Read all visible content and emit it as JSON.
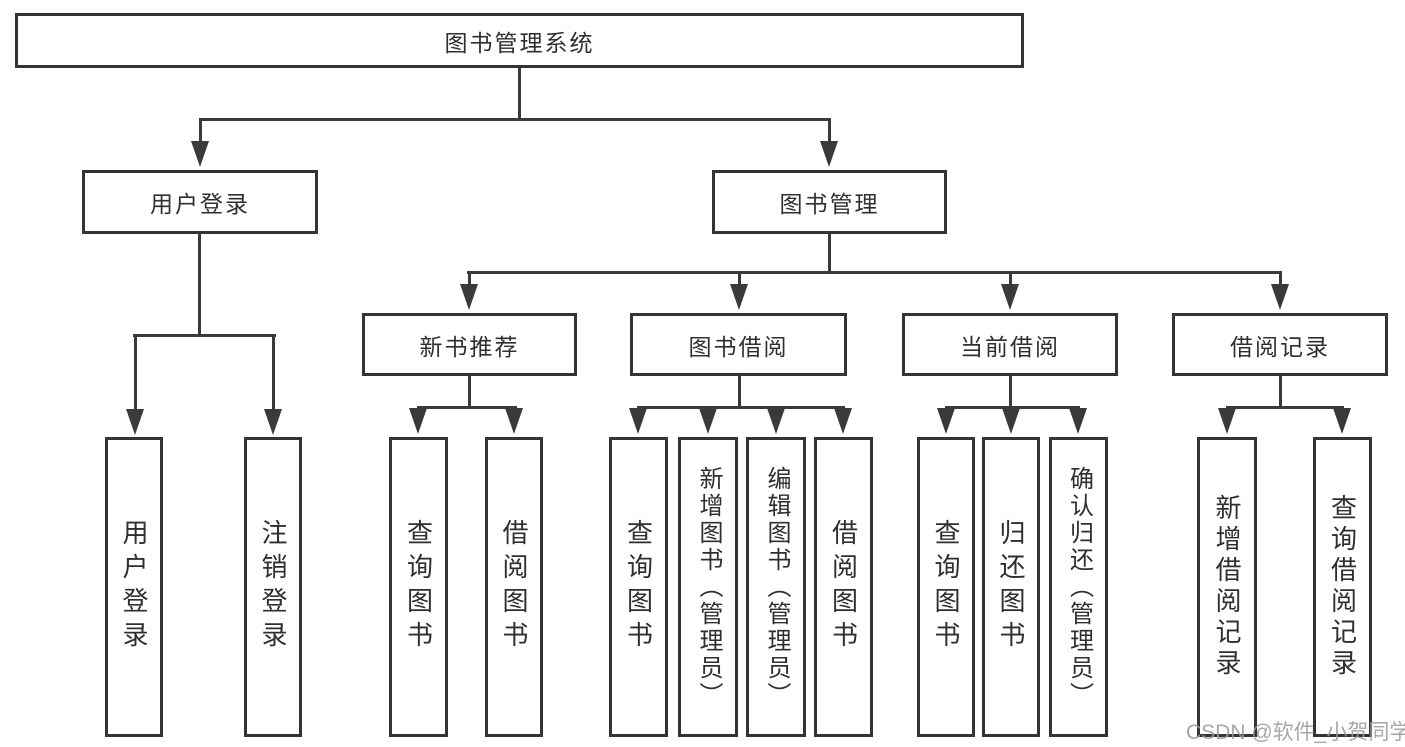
{
  "diagram": {
    "type": "hierarchy-diagram",
    "root": {
      "label": "图书管理系统"
    },
    "level2": [
      {
        "label": "用户登录",
        "parent": "图书管理系统"
      },
      {
        "label": "图书管理",
        "parent": "图书管理系统"
      }
    ],
    "level3": [
      {
        "label": "新书推荐",
        "parent": "图书管理"
      },
      {
        "label": "图书借阅",
        "parent": "图书管理"
      },
      {
        "label": "当前借阅",
        "parent": "图书管理"
      },
      {
        "label": "借阅记录",
        "parent": "图书管理"
      }
    ],
    "leaves": [
      {
        "label": "用户登录",
        "parent": "用户登录"
      },
      {
        "label": "注销登录",
        "parent": "用户登录"
      },
      {
        "label": "查询图书",
        "parent": "新书推荐"
      },
      {
        "label": "借阅图书",
        "parent": "新书推荐"
      },
      {
        "label": "查询图书",
        "parent": "图书借阅"
      },
      {
        "label": "新增图书（管理员）",
        "parent": "图书借阅"
      },
      {
        "label": "编辑图书（管理员）",
        "parent": "图书借阅"
      },
      {
        "label": "借阅图书",
        "parent": "图书借阅"
      },
      {
        "label": "查询图书",
        "parent": "当前借阅"
      },
      {
        "label": "归还图书",
        "parent": "当前借阅"
      },
      {
        "label": "确认归还（管理员）",
        "parent": "当前借阅"
      },
      {
        "label": "新增借阅记录",
        "parent": "借阅记录"
      },
      {
        "label": "查询借阅记录",
        "parent": "借阅记录"
      }
    ],
    "watermark": "CSDN @软件_小贺同学",
    "colors": {
      "line": "#3a3a3a",
      "border": "#343434",
      "text": "#2f2f2f",
      "watermark": "#9b9b9b",
      "background": "#ffffff"
    }
  }
}
